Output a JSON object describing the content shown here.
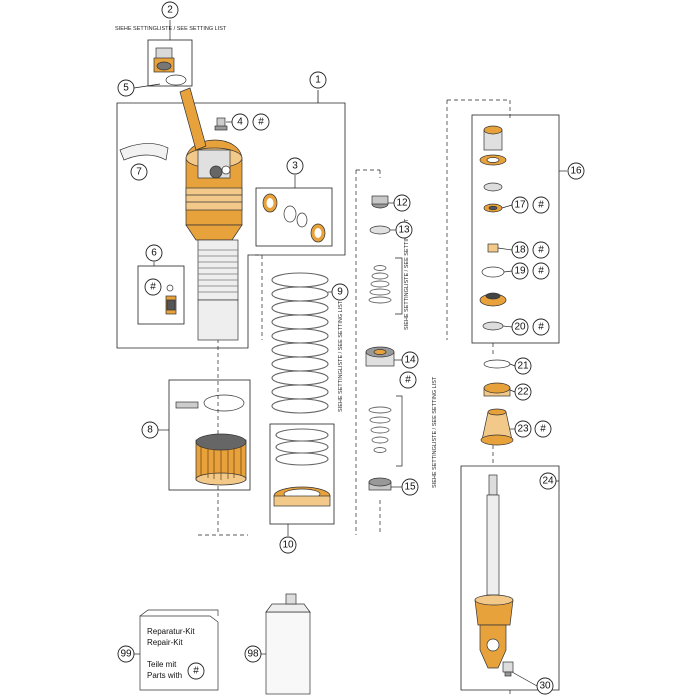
{
  "diagram": {
    "callouts": {
      "c1": "1",
      "c2": "2",
      "c3": "3",
      "c4": "4",
      "c5": "5",
      "c6": "6",
      "c7": "7",
      "c8": "8",
      "c9": "9",
      "c10": "10",
      "c12": "12",
      "c13": "13",
      "c14": "14",
      "c15": "15",
      "c16": "16",
      "c17": "17",
      "c18": "18",
      "c19": "19",
      "c20": "20",
      "c21": "21",
      "c22": "22",
      "c23": "23",
      "c24": "24",
      "c30": "30",
      "c98": "98",
      "c99": "99"
    },
    "hash_symbol": "#",
    "setting_note": "SIEHE SETTINGLISTE / SEE SETTING LIST",
    "repair_kit": {
      "line1": "Reparatur-Kit",
      "line2": "Repair-Kit",
      "line3": "Teile mit",
      "line4": "Parts with"
    },
    "colors": {
      "orange": "#e8a23c",
      "light_orange": "#f3c98a",
      "gray": "#c8c8c8",
      "dark": "#444444",
      "spring": "#d8d8d8"
    }
  }
}
